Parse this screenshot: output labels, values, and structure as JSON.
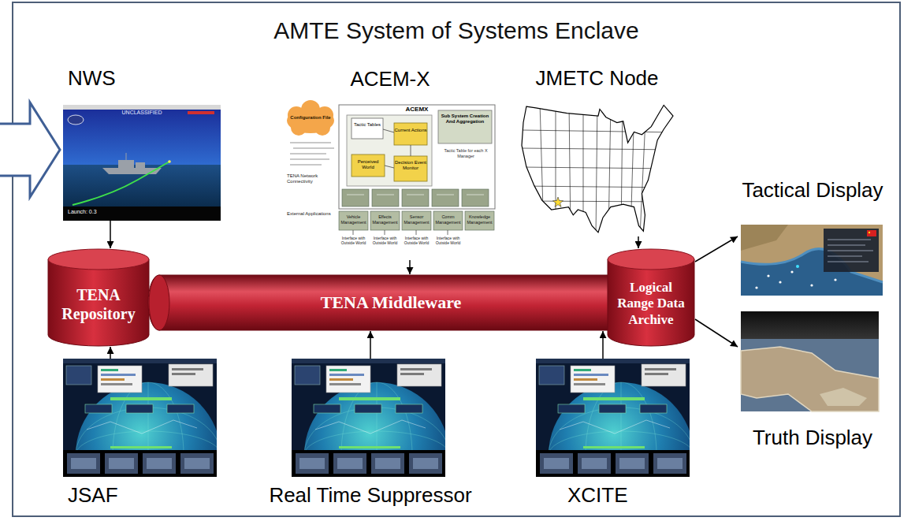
{
  "diagram": {
    "nodes": [
      {
        "text": [
          "AMTE System of Systems Enclave"
        ]
      },
      {
        "text": [
          "NWS"
        ],
        "in": 0
      },
      {
        "text": [
          "ACEM-X"
        ],
        "in": 0
      },
      {
        "text": [
          "JMETC Node"
        ],
        "in": 0
      },
      {
        "text": [
          "Tactical Display"
        ],
        "in": 0
      },
      {
        "text": [
          "TENA Repository"
        ],
        "in": 0
      },
      {
        "text": [
          "TENA Middleware"
        ],
        "in": 0
      },
      {
        "text": [
          "Logical Range Data Archive"
        ],
        "in": 0
      },
      {
        "text": [
          "Truth Display"
        ],
        "in": 0
      },
      {
        "text": [
          "JSAF"
        ],
        "in": 0
      },
      {
        "text": [
          "Real Time Suppressor"
        ],
        "in": 0
      },
      {
        "text": [
          "XCITE"
        ],
        "in": 0
      }
    ],
    "edges": [
      {
        "from": 1,
        "to": 5,
        "arrow": "to"
      },
      {
        "from": 2,
        "to": 6,
        "arrow": "to"
      },
      {
        "from": 3,
        "to": 7,
        "arrow": "to"
      },
      {
        "from": 7,
        "to": 4,
        "arrow": "to"
      },
      {
        "from": 7,
        "to": 8,
        "arrow": "to"
      },
      {
        "from": 9,
        "to": 5,
        "arrow": "to"
      },
      {
        "from": 10,
        "to": 6,
        "arrow": "to"
      },
      {
        "from": 11,
        "to": 6,
        "arrow": "to"
      }
    ],
    "labels": [
      "UNCLASSIFIED",
      "Launch: 0.3",
      "ACEMX",
      "Configuration File",
      "Tactic Tables",
      "Current Actions",
      "Perceived World",
      "Decision Event Monitor",
      "Sub System Creation And Aggregation",
      "Tactic Table for each X Manager",
      "TENA Network Connectivity",
      "External Applications",
      "Vehicle Management",
      "Effects Management",
      "Sensor Management",
      "Comm Management",
      "Knowledge Management",
      "Interface with Outside World",
      "Interface with Outside World",
      "Interface with Outside World",
      "Interface with Outside World"
    ]
  }
}
